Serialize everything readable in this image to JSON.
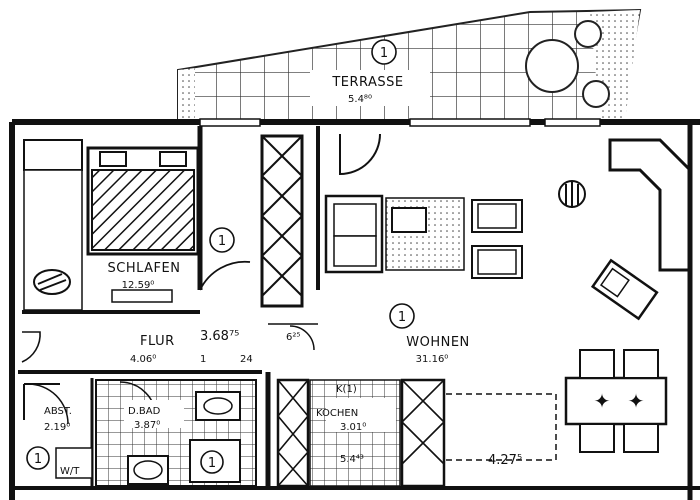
{
  "plan": {
    "marker_number": "1",
    "kitchen_marker": "K(1)",
    "rooms": {
      "terrasse": {
        "name": "TERRASSE",
        "area": "5.4⁸⁰"
      },
      "schlafen": {
        "name": "SCHLAFEN",
        "area": "12.59⁰"
      },
      "flur": {
        "name": "FLUR",
        "area": "4.06⁰"
      },
      "wohnen": {
        "name": "WOHNEN",
        "area": "31.16⁰"
      },
      "abst": {
        "name": "ABST.",
        "area": "2.19⁰"
      },
      "dbad": {
        "name": "D.BAD",
        "area": "3.87⁰"
      },
      "kochen": {
        "name": "KOCHEN",
        "area": "3.01⁰"
      }
    },
    "dimensions": {
      "flur_width": "3.68⁷⁵",
      "flur_small": "1",
      "flur_small2": "24",
      "wall_mark": "6²⁵",
      "kitchen_width": "4.27⁵",
      "kitchen_extra": "5.4⁴³"
    },
    "wc_label": "W/T"
  }
}
